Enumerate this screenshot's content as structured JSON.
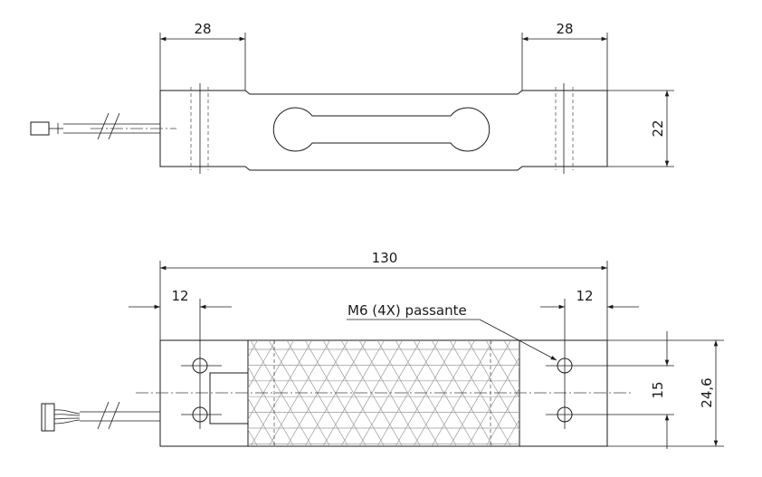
{
  "top_view": {
    "dim_left_width": "28",
    "dim_right_width": "28",
    "dim_height": "22"
  },
  "bottom_view": {
    "dim_total_length": "130",
    "dim_left_hole_offset": "12",
    "dim_right_hole_offset": "12",
    "hole_callout": "M6 (4X) passante",
    "dim_hole_spacing": "15",
    "dim_body_height": "24,6"
  },
  "colors": {
    "line": "#1a1a1a",
    "hatch": "#9a9a9a"
  }
}
